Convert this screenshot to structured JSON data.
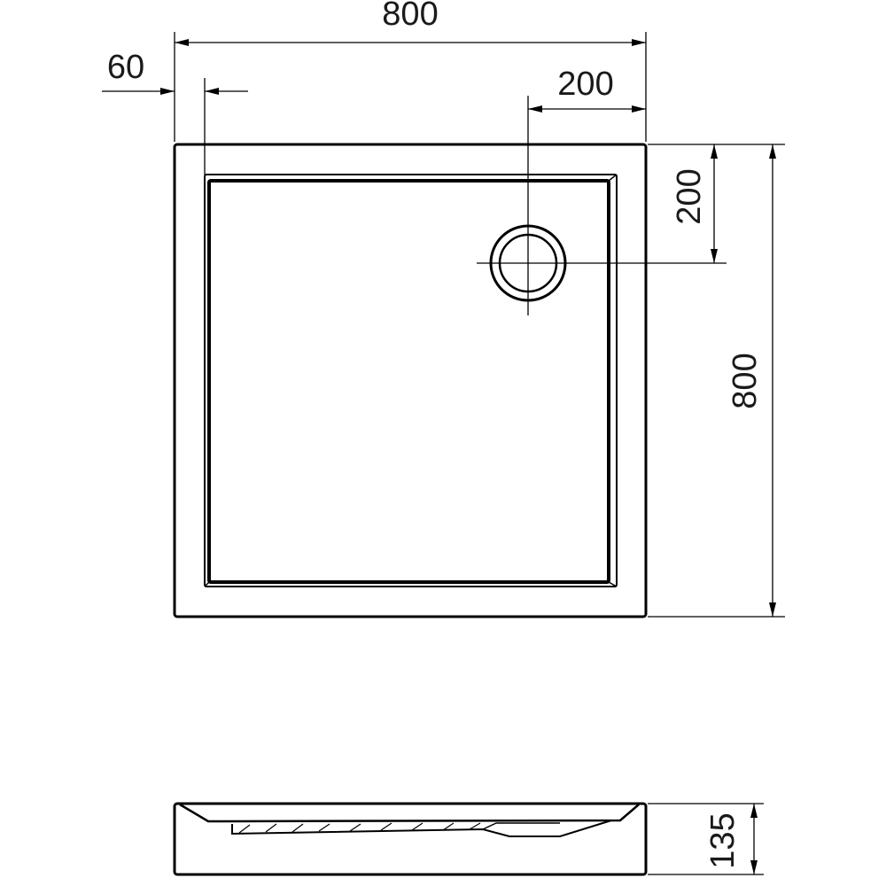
{
  "dimensions": {
    "overall_width": "800",
    "rim_width": "60",
    "drain_offset_x": "200",
    "drain_offset_y": "200",
    "overall_depth": "800",
    "height": "135"
  }
}
